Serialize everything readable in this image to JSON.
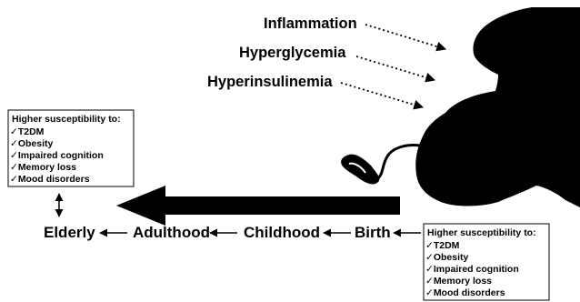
{
  "conditions": [
    {
      "label": "Inflammation"
    },
    {
      "label": "Hyperglycemia"
    },
    {
      "label": "Hyperinsulinemia"
    }
  ],
  "life_stages": [
    {
      "label": "Elderly"
    },
    {
      "label": "Adulthood"
    },
    {
      "label": "Childhood"
    },
    {
      "label": "Birth"
    }
  ],
  "susceptibility_left": {
    "title": "Higher susceptibility to:",
    "items": [
      {
        "check": "✓",
        "label": "T2DM"
      },
      {
        "check": "✓",
        "label": "Obesity"
      },
      {
        "check": "✓",
        "label": "Impaired cognition"
      },
      {
        "check": "✓",
        "label": "Memory loss"
      },
      {
        "check": "✓",
        "label": "Mood disorders"
      }
    ]
  },
  "susceptibility_right": {
    "title": "Higher susceptibility to:",
    "items": [
      {
        "check": "✓",
        "label": "T2DM"
      },
      {
        "check": "✓",
        "label": "Obesity"
      },
      {
        "check": "✓",
        "label": "Impaired cognition"
      },
      {
        "check": "✓",
        "label": "Memory loss"
      },
      {
        "check": "✓",
        "label": "Mood disorders"
      }
    ]
  }
}
